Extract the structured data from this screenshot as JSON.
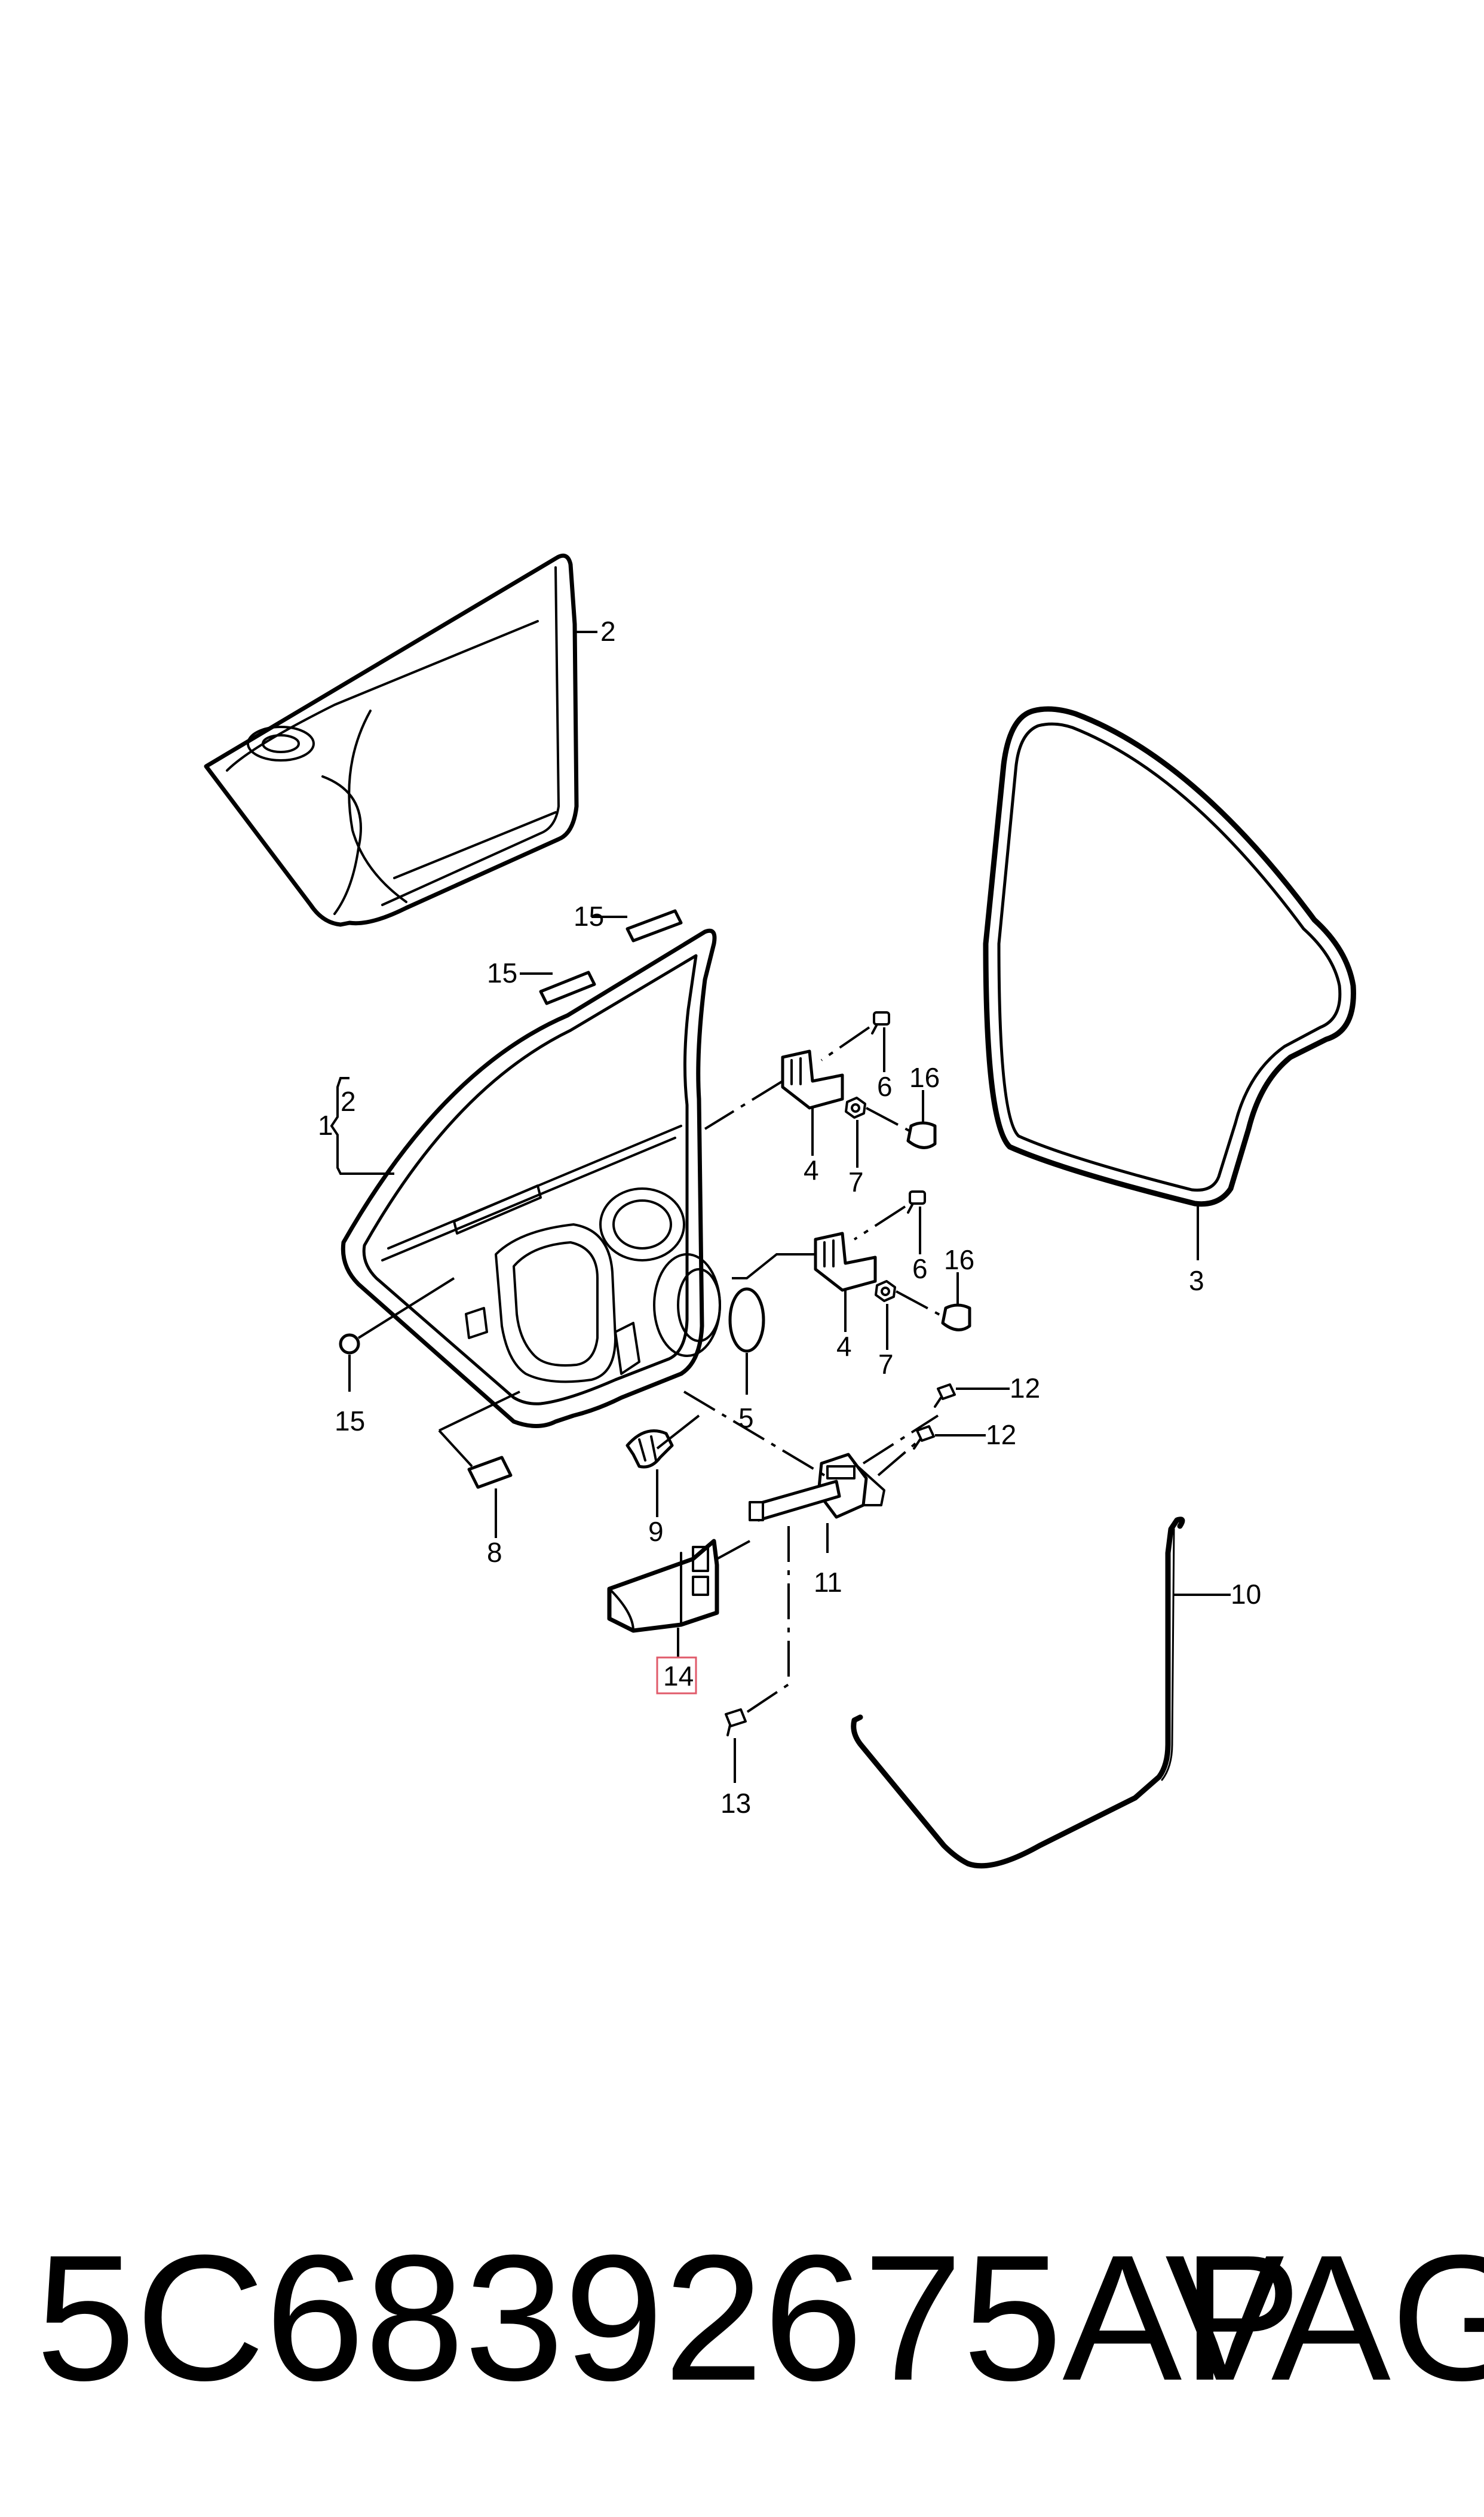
{
  "diagram": {
    "callouts": {
      "c1": "1",
      "c2a": "2",
      "c2b": "2",
      "c3": "3",
      "c4a": "4",
      "c4b": "4",
      "c5": "5",
      "c6a": "6",
      "c6b": "6",
      "c7a": "7",
      "c7b": "7",
      "c8": "8",
      "c9": "9",
      "c10": "10",
      "c11": "11",
      "c12a": "12",
      "c12b": "12",
      "c13": "13",
      "c14": "14",
      "c15a": "15",
      "c15b": "15",
      "c15c": "15",
      "c16a": "16",
      "c16b": "16"
    },
    "highlight_color": "#e05a6a"
  },
  "footer": {
    "part_number": "5C68392675AP",
    "brand": "VAG"
  }
}
